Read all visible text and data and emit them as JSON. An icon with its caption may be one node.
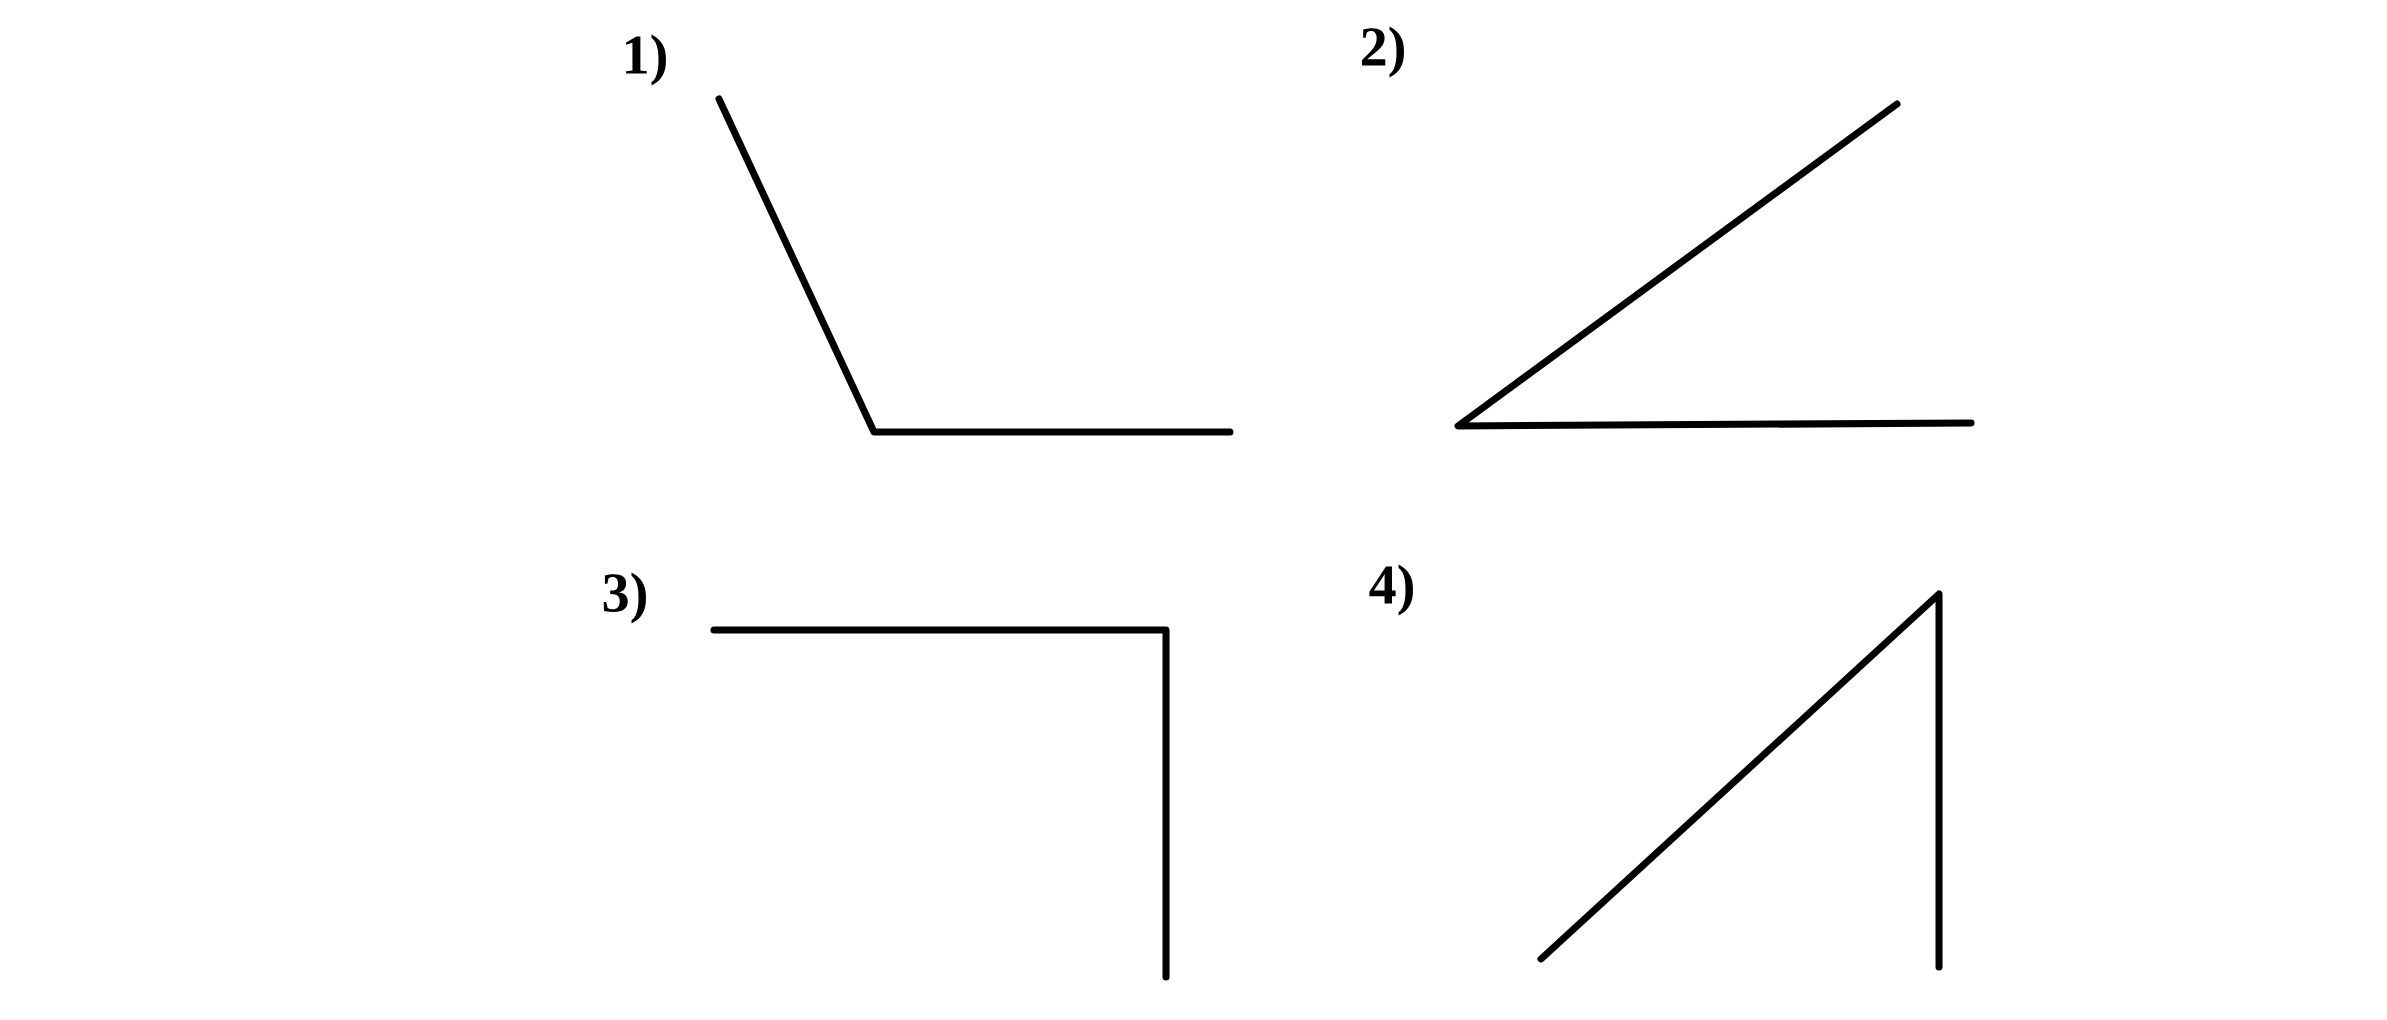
{
  "diagram": {
    "labels": [
      "1)",
      "2)",
      "3)",
      "4)"
    ]
  }
}
